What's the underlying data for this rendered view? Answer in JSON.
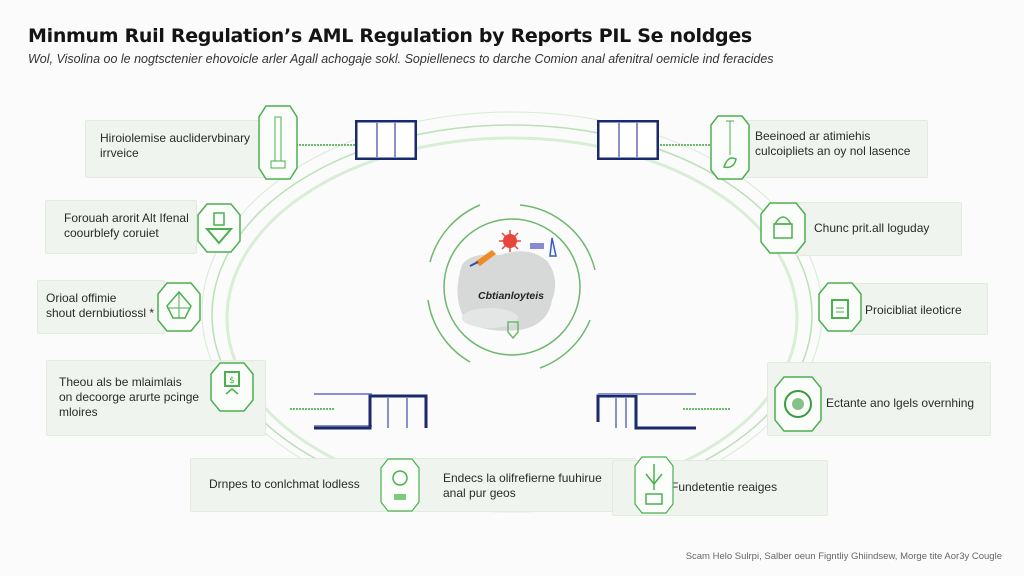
{
  "header": {
    "title": "Minmum Ruil Regulation’s AML Regulation by Reports PIL Se noldges",
    "subtitle": "Wol, Visolina oo le nogtsctenier ehovoicle arler Agall achogaje sokl. Sopiellenecs to darche Comion anal afenitral oemicle ind feracides"
  },
  "center": {
    "label": "Cbtianloyteis",
    "colors": {
      "ring": "#6db86a",
      "virus": "#e8453c",
      "blob": "#cfd2d1"
    }
  },
  "left_items": [
    {
      "id": "l1",
      "text": "Hiroiolemise auclidervbinary\nirrveice",
      "icon": "thermometer-icon"
    },
    {
      "id": "l2",
      "text": "Forouah arorit Alt Ifenal\ncoourblefy coruiet",
      "icon": "shield-funnel-icon"
    },
    {
      "id": "l3",
      "text": "Orioal offimie\nshout dernbiutiossl *",
      "icon": "globe-leaf-icon"
    },
    {
      "id": "l4",
      "text": "Theou als be mlaimlais\non decoorge arurte pcinge\nmloires",
      "icon": "monitor-dollar-icon"
    }
  ],
  "right_items": [
    {
      "id": "r1",
      "text": "Beeinoed ar atimiehis\nculcoipliets an oy nol lasence",
      "icon": "pendulum-hand-icon"
    },
    {
      "id": "r2",
      "text": "Chunc prit.all loguday",
      "icon": "robot-icon"
    },
    {
      "id": "r3",
      "text": "Proicibliat ileoticre",
      "icon": "document-bag-icon"
    },
    {
      "id": "r4",
      "text": "Ectante ano lgels overnhing",
      "icon": "globe-people-icon"
    }
  ],
  "bottom_items": [
    {
      "id": "b1",
      "text": "Drnpes to conlchmat lodless",
      "icon": "lightbulb-icon"
    },
    {
      "id": "b2",
      "text": "Endecs la olifrefierne fuuhirue\nanal pur geos",
      "icon": "plant-book-icon"
    },
    {
      "id": "b3",
      "text": "Fundetentie reaiges",
      "icon": ""
    }
  ],
  "footer": {
    "source": "Scam Helo Sulrpi, Salber oeun Figntliy Ghiindsew, Morge tite Aor3y Cougle"
  },
  "colors": {
    "accent_green": "#4caf50",
    "navy": "#1a2a6c",
    "card_bg": "#f0f4ef"
  }
}
